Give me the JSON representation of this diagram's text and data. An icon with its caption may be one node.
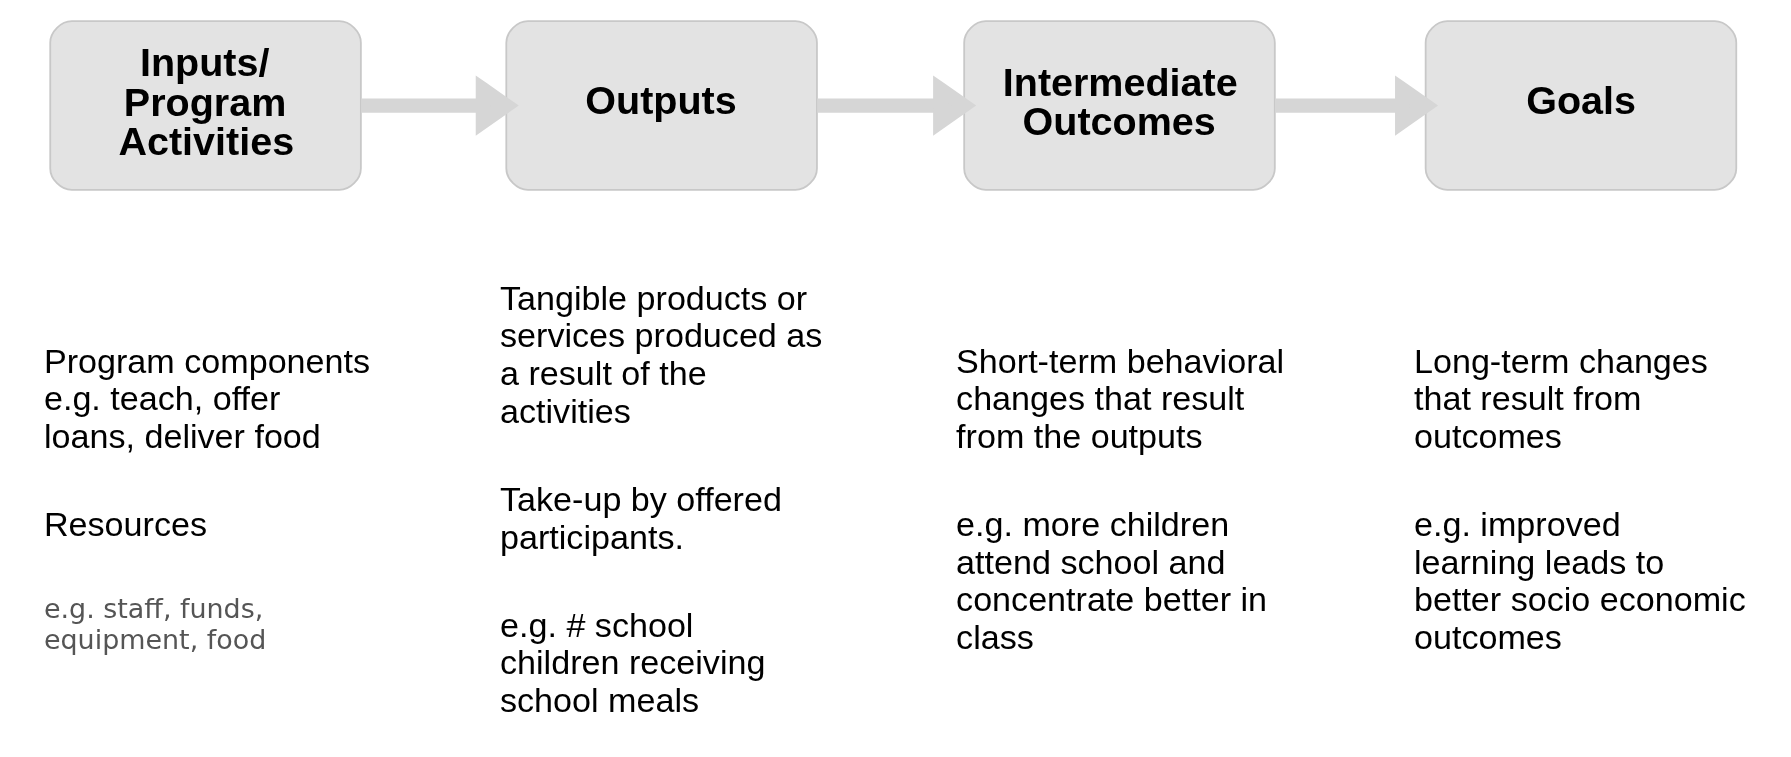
{
  "diagram": {
    "nodes": [
      {
        "text": [
          "Inputs/ Program Activities"
        ],
        "beside": [
          "Program components e.g. teach, offer loans, deliver food",
          "Resources",
          "e.g. staff, funds, equipment, food"
        ]
      },
      {
        "text": [
          "Outputs"
        ],
        "beside": [
          "Tangible products or services produced as a result of the activities",
          "Take-up by offered participants.",
          "e.g. # school children receiving school meals"
        ]
      },
      {
        "text": [
          "Intermediate Outcomes"
        ],
        "beside": [
          "Short-term behavioral changes that result from the outputs",
          "e.g. more children attend school and concentrate better in class"
        ]
      },
      {
        "text": [
          "Goals"
        ],
        "beside": [
          "Long-term changes that result from outcomes",
          "e.g. improved learning leads to better socio economic outcomes"
        ]
      }
    ],
    "edges": [
      {
        "from": 0,
        "to": 1,
        "arrow": "to"
      },
      {
        "from": 1,
        "to": 2,
        "arrow": "to"
      },
      {
        "from": 2,
        "to": 3,
        "arrow": "to"
      }
    ]
  }
}
